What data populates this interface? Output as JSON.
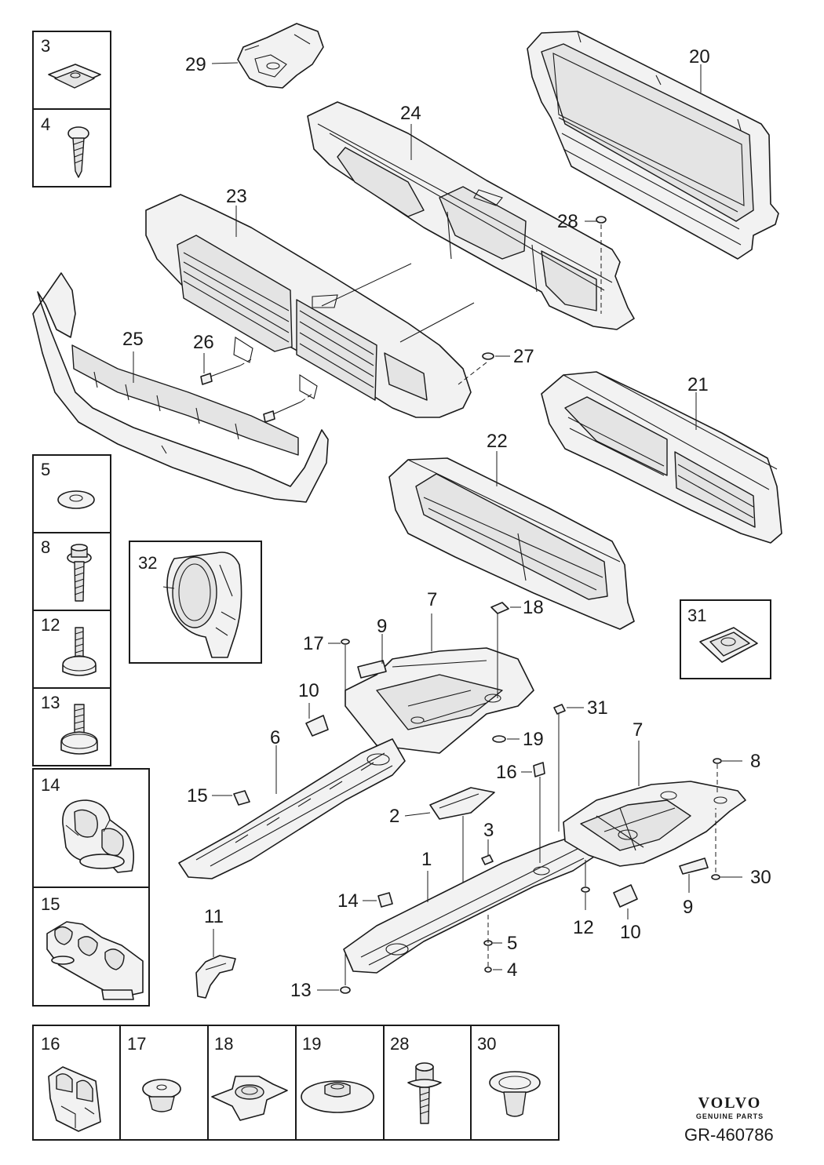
{
  "diagram": {
    "callouts": [
      "1",
      "2",
      "3",
      "4",
      "5",
      "6",
      "7",
      "8",
      "9",
      "10",
      "11",
      "12",
      "13",
      "14",
      "15",
      "16",
      "17",
      "18",
      "19",
      "20",
      "21",
      "22",
      "23",
      "24",
      "25",
      "26",
      "27",
      "28",
      "29",
      "30",
      "31",
      "32"
    ],
    "box_labels": {
      "left_top": [
        "3",
        "4"
      ],
      "left_mid": [
        "5",
        "8",
        "12",
        "13"
      ],
      "left_large": [
        "14",
        "15"
      ],
      "inset": "32",
      "right": "31",
      "bottom_row": [
        "16",
        "17",
        "18",
        "19",
        "28",
        "30"
      ]
    }
  },
  "brand": {
    "name": "VOLVO",
    "subtitle": "GENUINE PARTS",
    "reference": "GR-460786"
  }
}
